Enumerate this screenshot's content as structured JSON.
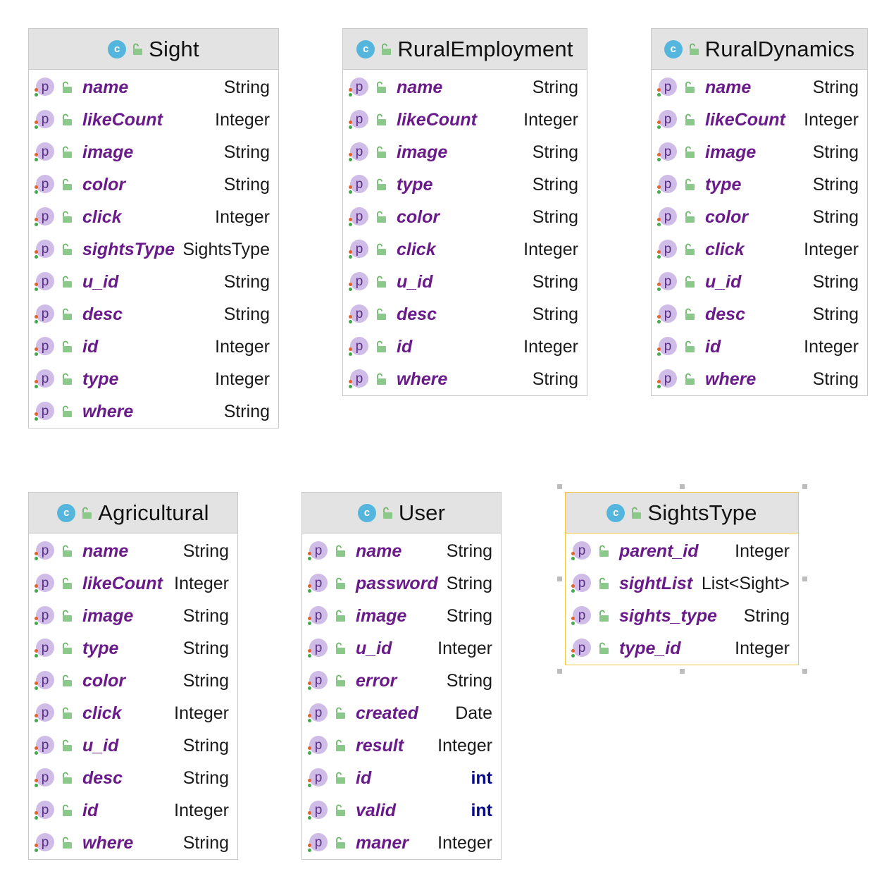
{
  "colors": {
    "header_bg": "#e3e3e3",
    "border": "#c9c9c9",
    "selected_border": "#f5c542",
    "field_name": "#6a1b8a",
    "primitive_type": "#0a0a8c",
    "class_icon": "#55b6dd",
    "property_icon": "#cfbde8"
  },
  "icons": {
    "class": "class-c-icon",
    "visibility": "unlocked-padlock-icon",
    "property": "property-p-icon"
  },
  "class_icon_letter": "c",
  "property_icon_letter": "p",
  "classes": [
    {
      "name": "Sight",
      "selected": false,
      "fields": [
        {
          "name": "name",
          "type": "String"
        },
        {
          "name": "likeCount",
          "type": "Integer"
        },
        {
          "name": "image",
          "type": "String"
        },
        {
          "name": "color",
          "type": "String"
        },
        {
          "name": "click",
          "type": "Integer"
        },
        {
          "name": "sightsType",
          "type": "SightsType"
        },
        {
          "name": "u_id",
          "type": "String"
        },
        {
          "name": "desc",
          "type": "String"
        },
        {
          "name": "id",
          "type": "Integer"
        },
        {
          "name": "type",
          "type": "Integer"
        },
        {
          "name": "where",
          "type": "String"
        }
      ]
    },
    {
      "name": "RuralEmployment",
      "selected": false,
      "fields": [
        {
          "name": "name",
          "type": "String"
        },
        {
          "name": "likeCount",
          "type": "Integer"
        },
        {
          "name": "image",
          "type": "String"
        },
        {
          "name": "type",
          "type": "String"
        },
        {
          "name": "color",
          "type": "String"
        },
        {
          "name": "click",
          "type": "Integer"
        },
        {
          "name": "u_id",
          "type": "String"
        },
        {
          "name": "desc",
          "type": "String"
        },
        {
          "name": "id",
          "type": "Integer"
        },
        {
          "name": "where",
          "type": "String"
        }
      ]
    },
    {
      "name": "RuralDynamics",
      "selected": false,
      "fields": [
        {
          "name": "name",
          "type": "String"
        },
        {
          "name": "likeCount",
          "type": "Integer"
        },
        {
          "name": "image",
          "type": "String"
        },
        {
          "name": "type",
          "type": "String"
        },
        {
          "name": "color",
          "type": "String"
        },
        {
          "name": "click",
          "type": "Integer"
        },
        {
          "name": "u_id",
          "type": "String"
        },
        {
          "name": "desc",
          "type": "String"
        },
        {
          "name": "id",
          "type": "Integer"
        },
        {
          "name": "where",
          "type": "String"
        }
      ]
    },
    {
      "name": "Agricultural",
      "selected": false,
      "fields": [
        {
          "name": "name",
          "type": "String"
        },
        {
          "name": "likeCount",
          "type": "Integer"
        },
        {
          "name": "image",
          "type": "String"
        },
        {
          "name": "type",
          "type": "String"
        },
        {
          "name": "color",
          "type": "String"
        },
        {
          "name": "click",
          "type": "Integer"
        },
        {
          "name": "u_id",
          "type": "String"
        },
        {
          "name": "desc",
          "type": "String"
        },
        {
          "name": "id",
          "type": "Integer"
        },
        {
          "name": "where",
          "type": "String"
        }
      ]
    },
    {
      "name": "User",
      "selected": false,
      "fields": [
        {
          "name": "name",
          "type": "String"
        },
        {
          "name": "password",
          "type": "String"
        },
        {
          "name": "image",
          "type": "String"
        },
        {
          "name": "u_id",
          "type": "Integer"
        },
        {
          "name": "error",
          "type": "String"
        },
        {
          "name": "created",
          "type": "Date"
        },
        {
          "name": "result",
          "type": "Integer"
        },
        {
          "name": "id",
          "type": "int",
          "primitive": true
        },
        {
          "name": "valid",
          "type": "int",
          "primitive": true
        },
        {
          "name": "maner",
          "type": "Integer"
        }
      ]
    },
    {
      "name": "SightsType",
      "selected": true,
      "fields": [
        {
          "name": "parent_id",
          "type": "Integer"
        },
        {
          "name": "sightList",
          "type": "List<Sight>"
        },
        {
          "name": "sights_type",
          "type": "String"
        },
        {
          "name": "type_id",
          "type": "Integer"
        }
      ]
    }
  ]
}
